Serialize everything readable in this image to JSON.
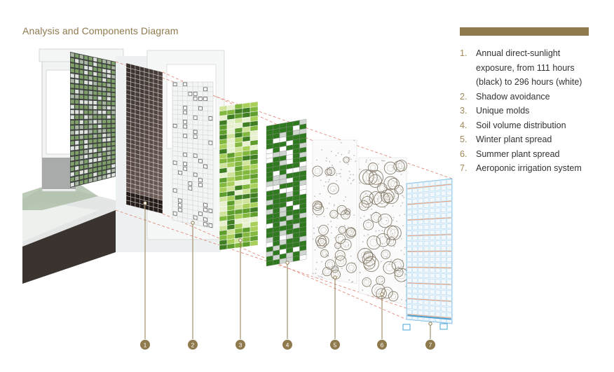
{
  "title": "Analysis and Components Diagram",
  "accent_color": "#8f7a4e",
  "legend": [
    {
      "num": "1.",
      "text": "Annual direct-sunlight exposure, from 111 hours (black) to 296 hours (white)"
    },
    {
      "num": "2.",
      "text": "Shadow avoidance"
    },
    {
      "num": "3.",
      "text": "Unique molds"
    },
    {
      "num": "4.",
      "text": "Soil volume distribution"
    },
    {
      "num": "5.",
      "text": "Winter plant spread"
    },
    {
      "num": "6.",
      "text": "Summer plant spread"
    },
    {
      "num": "7.",
      "text": "Aeroponic irrigation system"
    }
  ],
  "markers": [
    "1",
    "2",
    "3",
    "4",
    "5",
    "6",
    "7"
  ]
}
